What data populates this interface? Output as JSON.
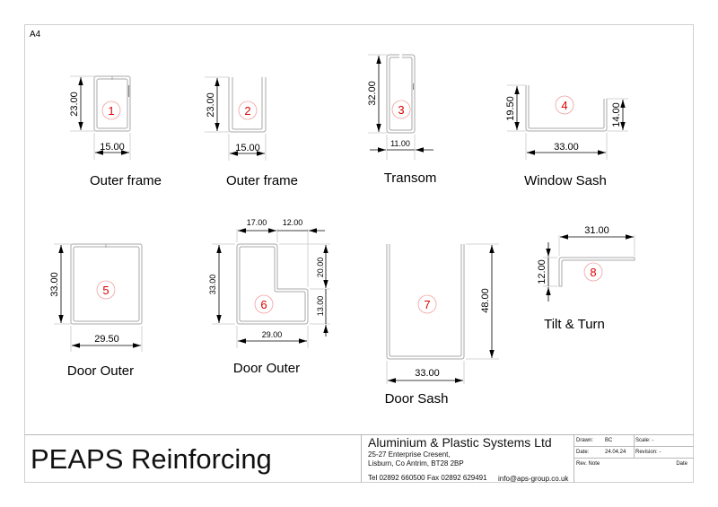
{
  "sheet": {
    "paper_size": "A4"
  },
  "profiles": [
    {
      "number": "1",
      "caption": "Outer frame",
      "dims": {
        "height": "23.00",
        "width": "15.00"
      }
    },
    {
      "number": "2",
      "caption": "Outer frame",
      "dims": {
        "height": "23.00",
        "width": "15.00"
      }
    },
    {
      "number": "3",
      "caption": "Transom",
      "dims": {
        "height": "32.00",
        "width": "11.00"
      }
    },
    {
      "number": "4",
      "caption": "Window Sash",
      "dims": {
        "left_height": "19.50",
        "right_height": "14.00",
        "width": "33.00"
      }
    },
    {
      "number": "5",
      "caption": "Door Outer",
      "dims": {
        "height": "33.00",
        "width": "29.50"
      }
    },
    {
      "number": "6",
      "caption": "Door Outer",
      "dims": {
        "top_left": "17.00",
        "top_right": "12.00",
        "height": "33.00",
        "right_upper": "20.00",
        "right_lower": "13.00",
        "width": "29.00"
      }
    },
    {
      "number": "7",
      "caption": "Door Sash",
      "dims": {
        "height": "48.00",
        "width": "33.00"
      }
    },
    {
      "number": "8",
      "caption": "Tilt & Turn",
      "dims": {
        "height": "12.00",
        "width": "31.00"
      }
    }
  ],
  "title_block": {
    "title": "PEAPS Reinforcing",
    "company": "Aluminium & Plastic Systems Ltd",
    "address_line1": "25-27 Enterprise Cresent,",
    "address_line2": "Lisburn, Co Antrim, BT28 2BP",
    "phone_fax": "Tel 02892 660500  Fax 02892 629491",
    "email": "info@aps-group.co.uk",
    "drawn_label": "Drawn:",
    "drawn_value": "BC",
    "scale_label": "Scale: -",
    "date_label": "Date:",
    "date_value": "24.04.24",
    "revision_label": "Revision: -",
    "rev_note_label": "Rev. Note",
    "rev_date_label": "Date"
  }
}
